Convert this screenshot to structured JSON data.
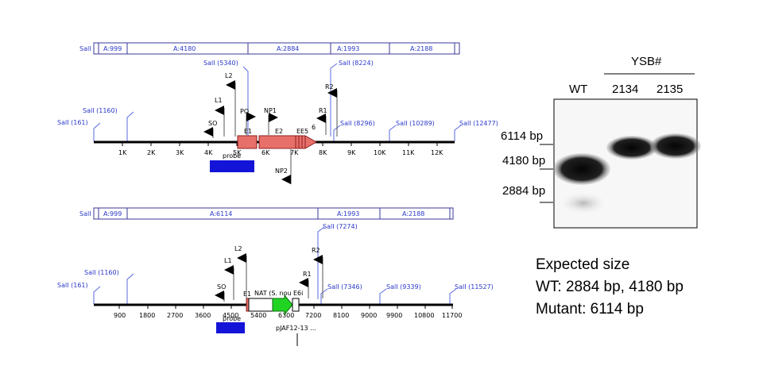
{
  "map1": {
    "frag_label": "SalI",
    "fragments": [
      "A:999",
      "A:4180",
      "A:2884",
      "A:1993",
      "A:2188"
    ],
    "sites": [
      "SalI (161)",
      "SalI (1160)",
      "SalI (5340)",
      "SalI (8224)",
      "SalI (8296)",
      "SalI (10289)",
      "SalI (12477)"
    ],
    "ticks": [
      "1K",
      "2K",
      "3K",
      "4K",
      "5K",
      "6K",
      "7K",
      "8K",
      "9K",
      "10K",
      "11K",
      "12K"
    ],
    "primers": [
      "L2",
      "L1",
      "SO",
      "PO",
      "NP1",
      "R2",
      "R1",
      "NP2"
    ],
    "exons": [
      "E1",
      "E2",
      "E",
      "E5",
      "6"
    ],
    "probe_label": "probe"
  },
  "map2": {
    "frag_label": "SalI",
    "fragments": [
      "A:999",
      "A:6114",
      "A:1993",
      "A:2188"
    ],
    "sites": [
      "SalI (161)",
      "SalI (1160)",
      "SalI (7274)",
      "SalI (7346)",
      "SalI (9339)",
      "SalI (11527)"
    ],
    "ticks": [
      "900",
      "1800",
      "2700",
      "3600",
      "4500",
      "5400",
      "6300",
      "7200",
      "8100",
      "9000",
      "9900",
      "10800",
      "11700"
    ],
    "primers": [
      "L2",
      "L1",
      "SO",
      "R2",
      "R1"
    ],
    "exons": [
      "E1",
      "E6i"
    ],
    "nat_label": "NAT (S. nou",
    "plasmid_label": "pJAF12-13 ...",
    "probe_label": "probe"
  },
  "gel": {
    "header": "YSB#",
    "lanes": [
      "WT",
      "2134",
      "2135"
    ],
    "markers": [
      "6114 bp",
      "4180 bp",
      "2884 bp"
    ]
  },
  "expected": {
    "title": "Expected size",
    "wt": "WT: 2884 bp, 4180 bp",
    "mutant": "Mutant: 6114 bp"
  },
  "colors": {
    "site_blue": "#2a38c8",
    "exon_red": "#e8706a",
    "probe_blue": "#1414d8",
    "nat_green": "#22d422"
  }
}
